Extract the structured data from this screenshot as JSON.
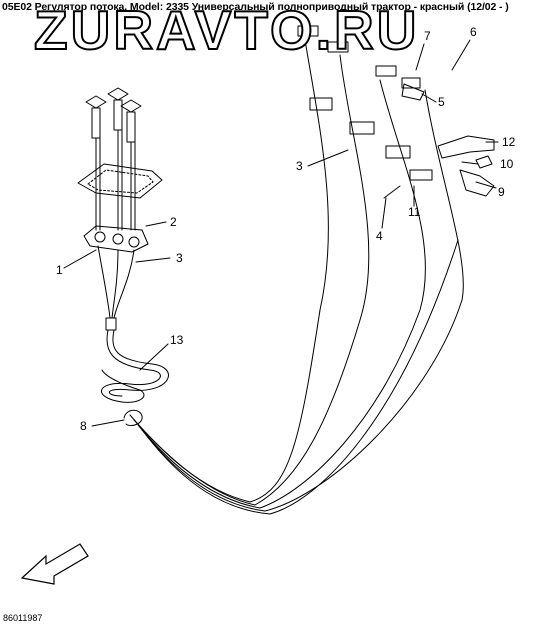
{
  "header": {
    "text": "05E02 Регулятор потока, Model: 2335 Универсальный полноприводный трактор - красный (12/02 - )"
  },
  "watermark": {
    "text": "ZURAVTO.RU"
  },
  "callouts": [
    "1",
    "2",
    "3",
    "3",
    "4",
    "5",
    "6",
    "7",
    "8",
    "9",
    "10",
    "11",
    "12",
    "13"
  ],
  "figure_ref": "86011987",
  "icons": {
    "direction_arrow": "front-direction-arrow-icon"
  }
}
